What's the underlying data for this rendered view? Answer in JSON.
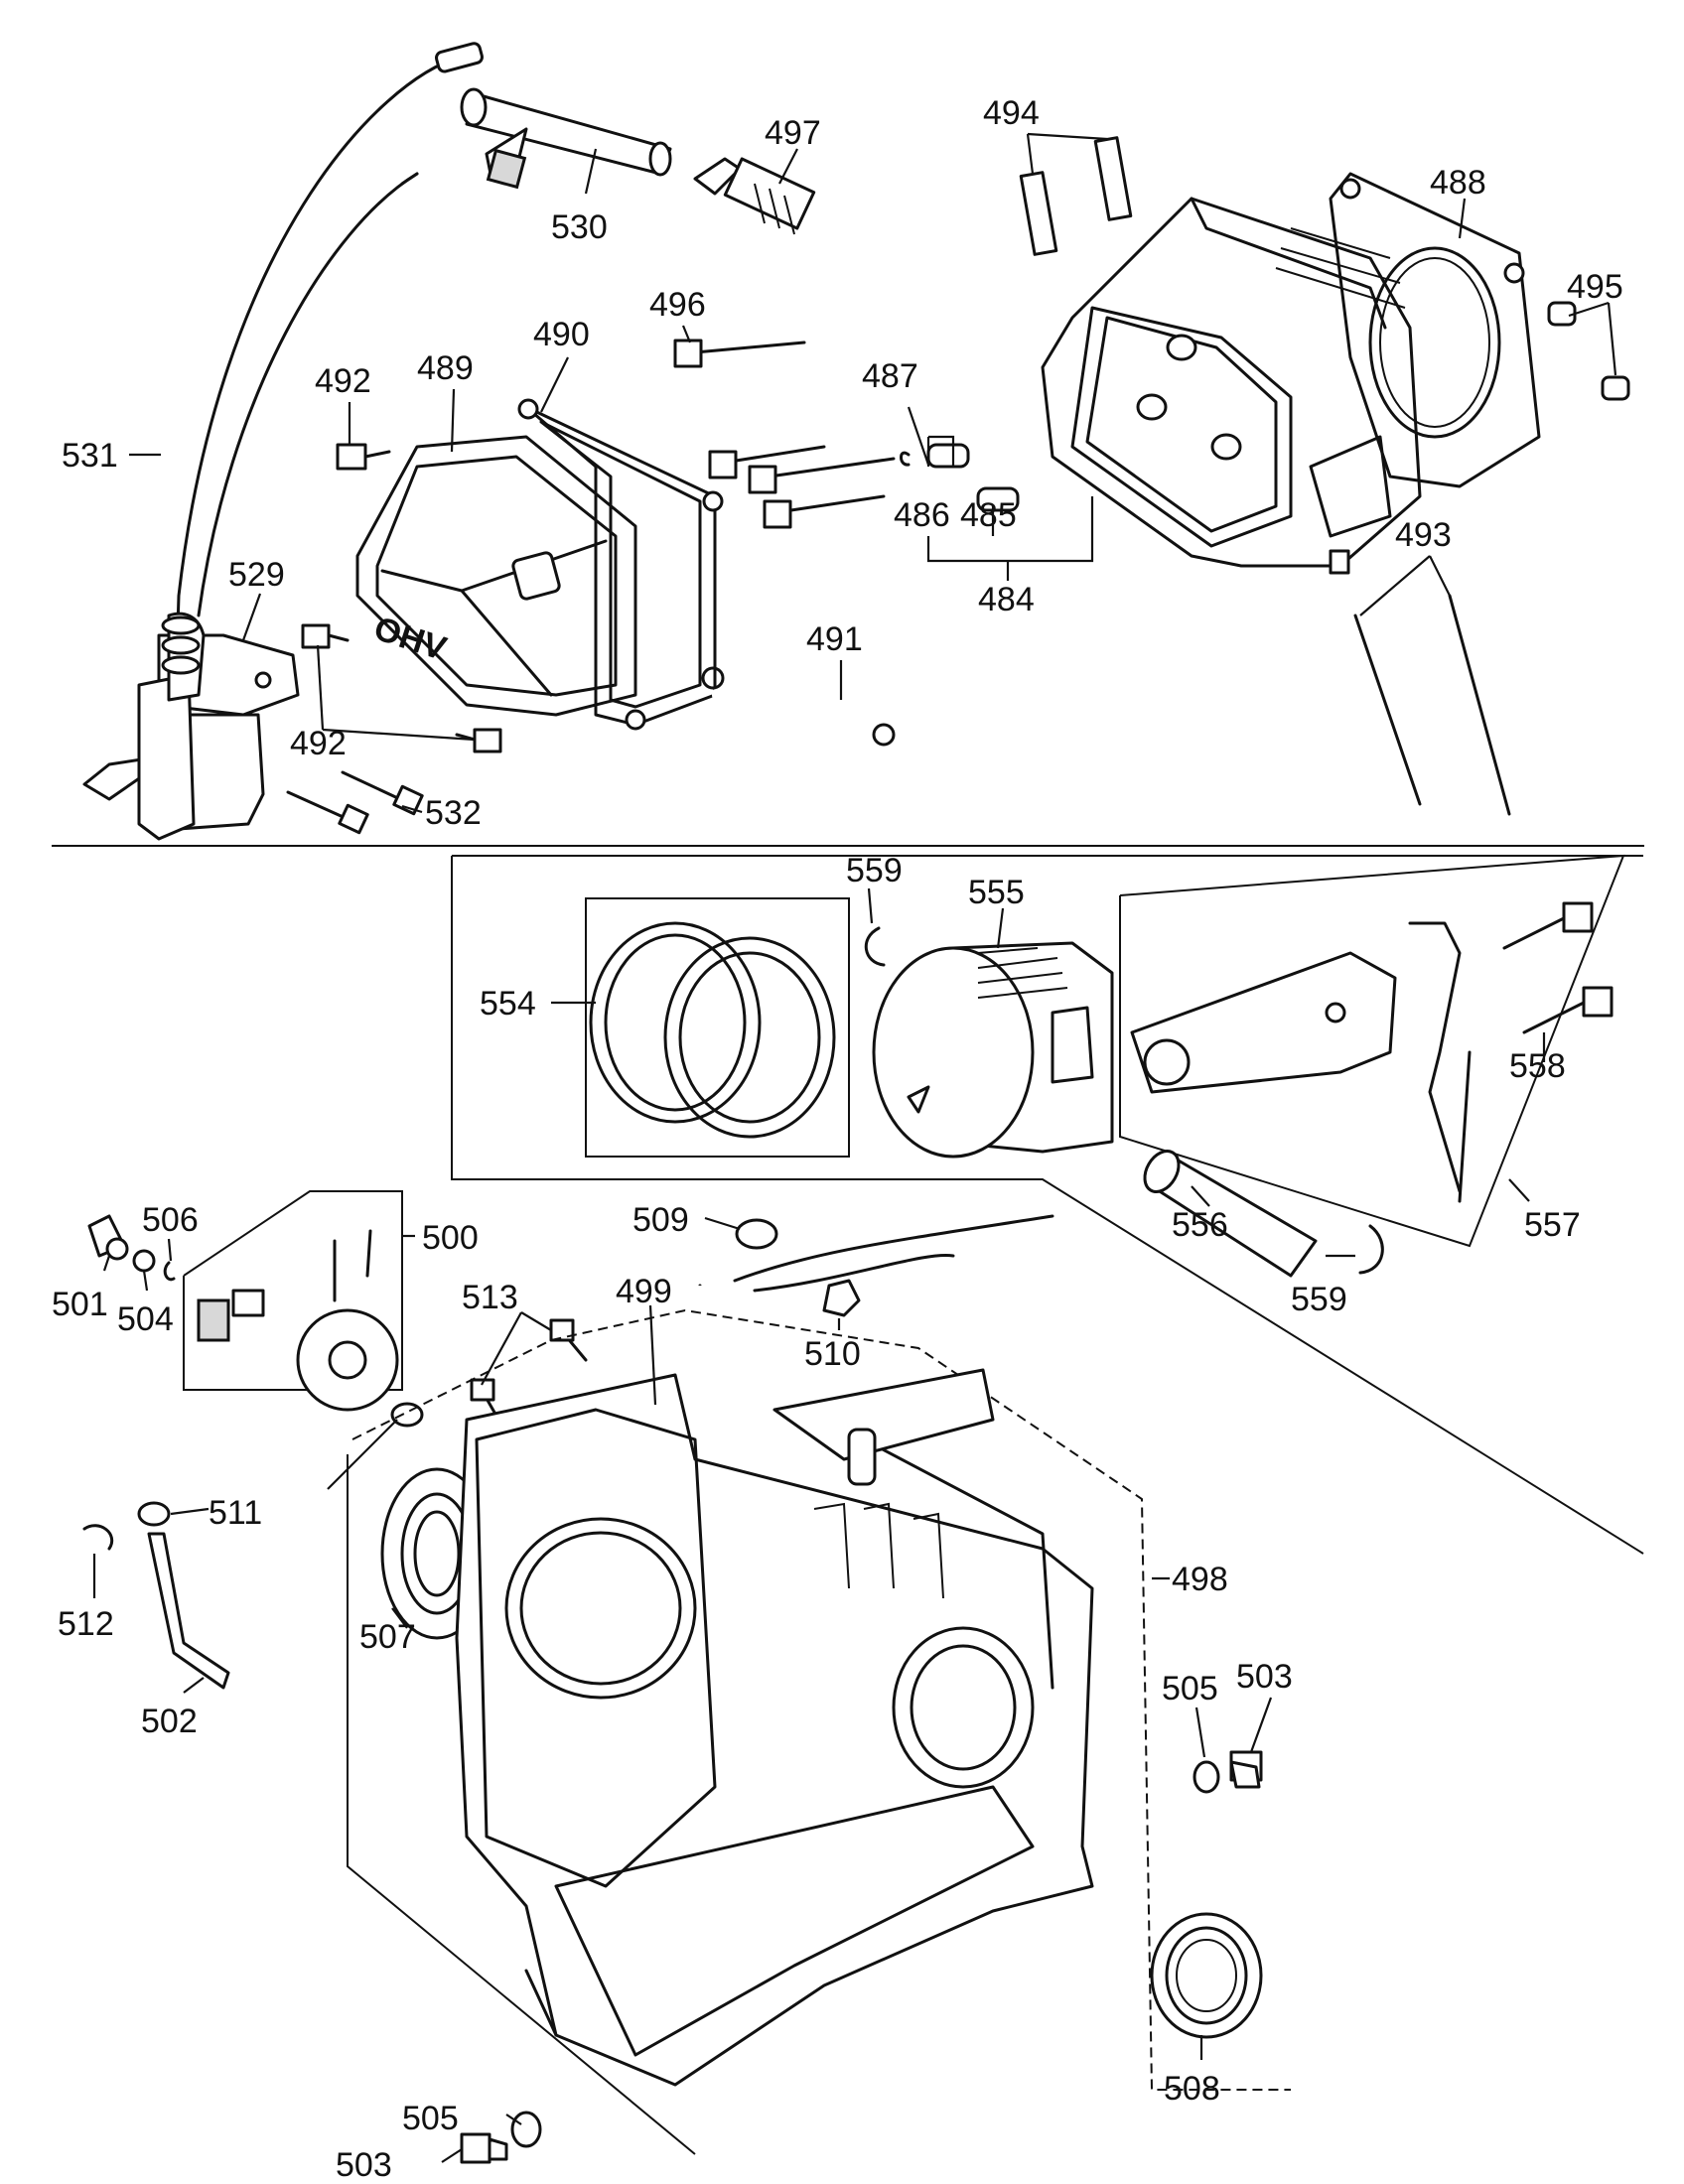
{
  "labels": {
    "l484": "484",
    "l485": "485",
    "l486": "486",
    "l487": "487",
    "l488": "488",
    "l489": "489",
    "l490": "490",
    "l491": "491",
    "l492a": "492",
    "l492b": "492",
    "l493": "493",
    "l494": "494",
    "l495": "495",
    "l496": "496",
    "l497": "497",
    "l498": "498",
    "l499": "499",
    "l500": "500",
    "l501": "501",
    "l502": "502",
    "l503a": "503",
    "l503b": "503",
    "l504": "504",
    "l505a": "505",
    "l505b": "505",
    "l506": "506",
    "l507": "507",
    "l508": "508",
    "l509": "509",
    "l510": "510",
    "l511": "511",
    "l512": "512",
    "l513": "513",
    "l529": "529",
    "l530": "530",
    "l531": "531",
    "l532": "532",
    "l554": "554",
    "l555": "555",
    "l556": "556",
    "l557": "557",
    "l558": "558",
    "l559a": "559",
    "l559b": "559"
  },
  "valve_cover_marking": "OHV",
  "colors": {
    "ink": "#111111",
    "paper": "#ffffff"
  }
}
